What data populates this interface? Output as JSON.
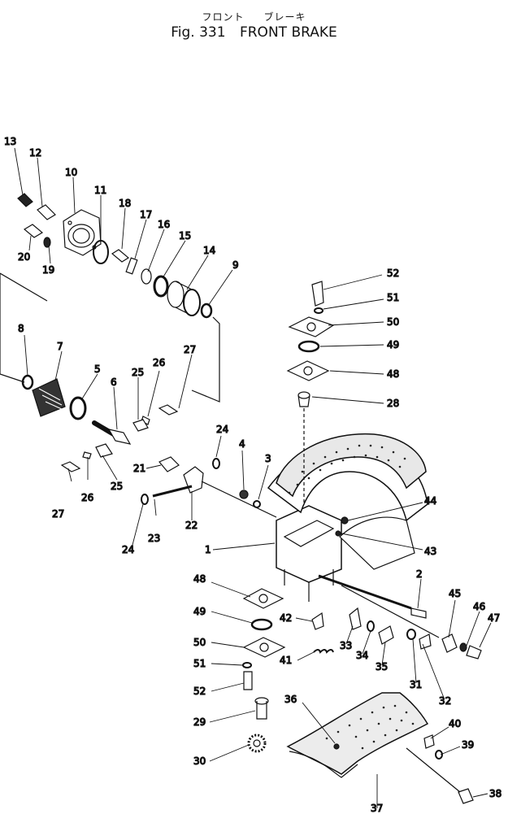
{
  "header": {
    "japanese_front": "フロント",
    "japanese_brake": "ブレーキ",
    "fig_label": "Fig. 331",
    "title": "FRONT BRAKE"
  },
  "callouts": {
    "n1": "1",
    "n2": "2",
    "n3": "3",
    "n4": "4",
    "n5": "5",
    "n6": "6",
    "n7": "7",
    "n8": "8",
    "n9": "9",
    "n10": "10",
    "n11": "11",
    "n12": "12",
    "n13": "13",
    "n14": "14",
    "n15": "15",
    "n16": "16",
    "n17": "17",
    "n18": "18",
    "n19": "19",
    "n20": "20",
    "n21": "21",
    "n22": "22",
    "n23": "23",
    "n24": "24",
    "n25": "25",
    "n26": "26",
    "n27": "27",
    "n28": "28",
    "n29": "29",
    "n30": "30",
    "n31": "31",
    "n32": "32",
    "n33": "33",
    "n34": "34",
    "n35": "35",
    "n36": "36",
    "n37": "37",
    "n38": "38",
    "n39": "39",
    "n40": "40",
    "n41": "41",
    "n42": "42",
    "n43": "43",
    "n44": "44",
    "n45": "45",
    "n46": "46",
    "n47": "47",
    "n48": "48",
    "n49": "49",
    "n50": "50",
    "n51": "51",
    "n52": "52"
  }
}
